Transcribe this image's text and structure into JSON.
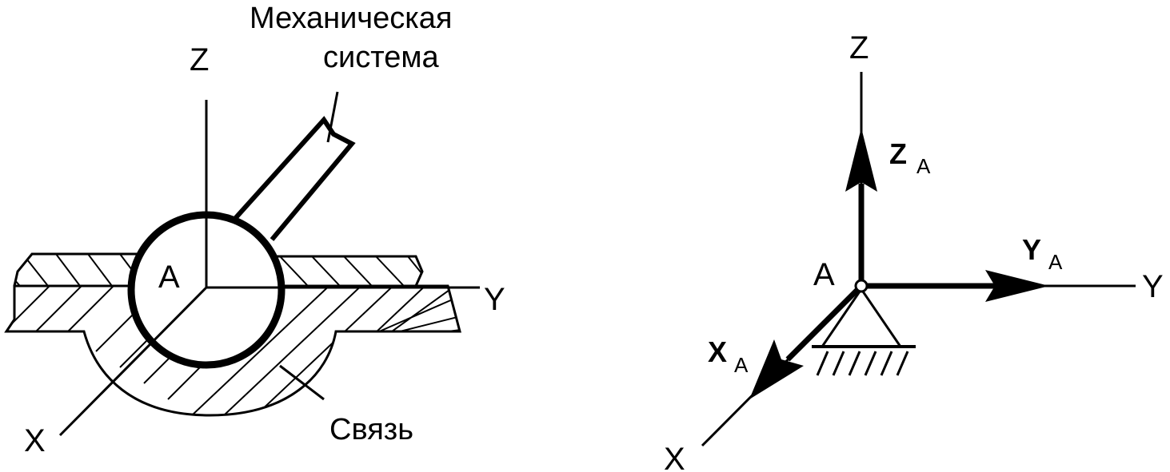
{
  "left_figure": {
    "axis_z": "Z",
    "axis_y": "Y",
    "axis_x": "X",
    "point": "A",
    "system_label_line1": "Механическая",
    "system_label_line2": "система",
    "constraint_label": "Связь"
  },
  "right_figure": {
    "axis_z": "Z",
    "axis_y": "Y",
    "axis_x": "X",
    "point": "A",
    "force_z": {
      "main": "Z",
      "sub": "A"
    },
    "force_y": {
      "main": "Y",
      "sub": "A"
    },
    "force_x": {
      "main": "X",
      "sub": "A"
    }
  }
}
